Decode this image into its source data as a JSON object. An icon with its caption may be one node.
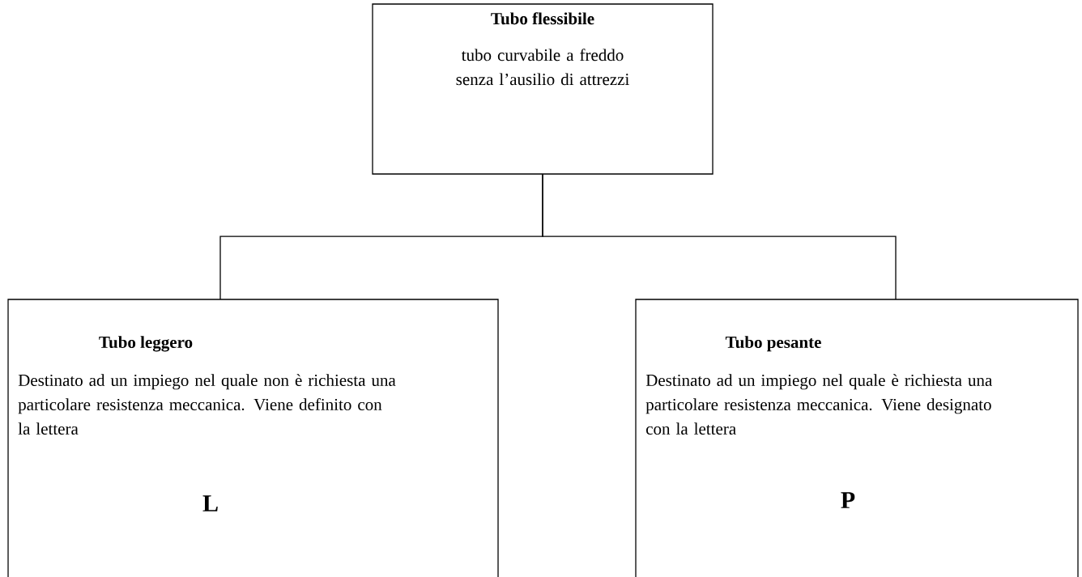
{
  "diagram": {
    "nodes": [
      {
        "text": [
          "Tubo flessibile",
          "tubo curvabile a freddo senza l’ausilio di attrezzi"
        ]
      },
      {
        "text": [
          "Tubo leggero",
          "Destinato ad un impiego nel quale non è richiesta una particolare resistenza meccanica. Viene definito con la lettera",
          "L"
        ]
      },
      {
        "text": [
          "Tubo pesante",
          "Destinato ad un impiego nel quale è richiesta una particolare resistenza meccanica. Viene designato con la lettera",
          "P"
        ]
      }
    ],
    "edges": [
      {
        "from": 0,
        "to": 1,
        "arrow": "none"
      },
      {
        "from": 0,
        "to": 2,
        "arrow": "none"
      }
    ]
  }
}
